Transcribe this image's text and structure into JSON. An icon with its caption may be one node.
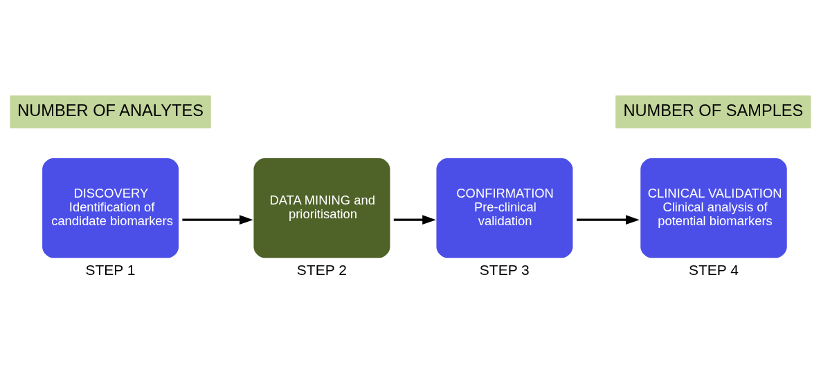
{
  "diagram": {
    "nodes": [
      {
        "text": [
          "DISCOVERY",
          "Identification of candidate biomarkers"
        ],
        "beside": [
          "STEP 1"
        ]
      },
      {
        "text": [
          "DATA MINING and prioritisation"
        ],
        "beside": [
          "STEP 2"
        ]
      },
      {
        "text": [
          "CONFIRMATION",
          "Pre-clinical validation"
        ],
        "beside": [
          "STEP 3"
        ]
      },
      {
        "text": [
          "CLINICAL VALIDATION",
          "Clinical analysis of potential biomarkers"
        ],
        "beside": [
          "STEP 4"
        ]
      }
    ],
    "edges": [
      {
        "from": 0,
        "to": 1,
        "arrow": "to"
      },
      {
        "from": 1,
        "to": 2,
        "arrow": "to"
      },
      {
        "from": 2,
        "to": 3,
        "arrow": "to"
      }
    ],
    "labels": [
      "NUMBER OF ANALYTES",
      "NUMBER OF SAMPLES"
    ]
  }
}
